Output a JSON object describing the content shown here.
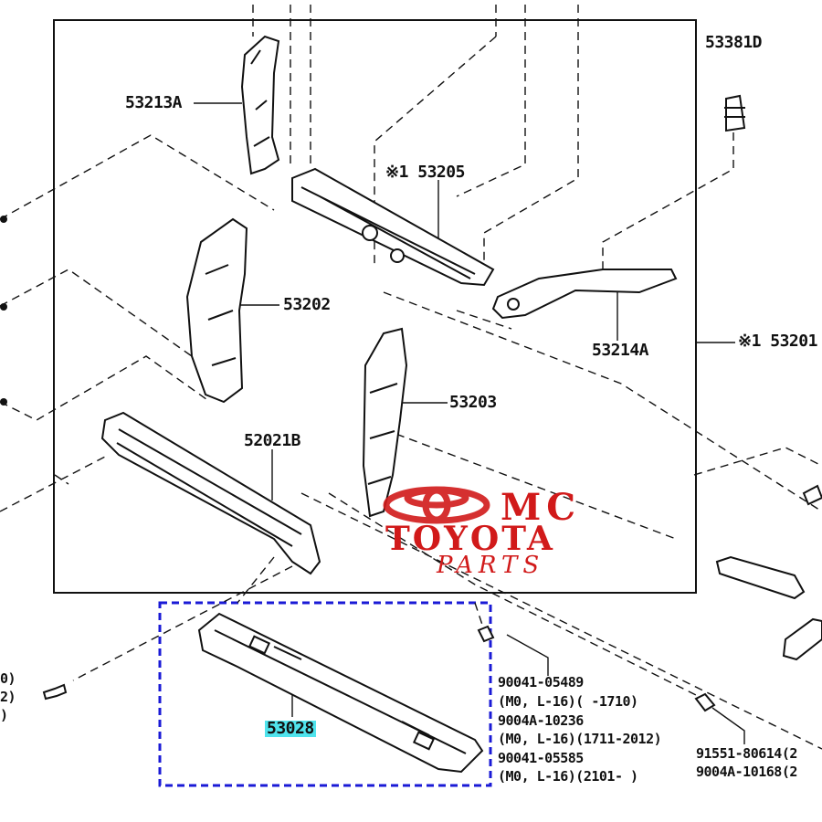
{
  "labels": {
    "p53381D": "53381D",
    "p53213A": "53213A",
    "p53205": "※1 53205",
    "p53202": "53202",
    "p53214A": "53214A",
    "p53201": "※1 53201",
    "p53203": "53203",
    "p52021B": "52021B",
    "p53028": "53028",
    "bolt_a1": "90041-05489",
    "bolt_a1_spec": "(M0, L-16)(        -1710)",
    "bolt_a2": "9004A-10236",
    "bolt_a2_spec": "(M0, L-16)(1711-2012)",
    "bolt_a3": "90041-05585",
    "bolt_a3_spec": "(M0, L-16)(2101-        )",
    "bolt_b1": "91551-80614(2",
    "bolt_b2": "9004A-10168(2",
    "edge_left_1": "0)",
    "edge_left_2": "2)",
    "edge_left_3": ")"
  },
  "watermark": {
    "line1": "MC",
    "line2": "TOYOTA",
    "line3": "PARTS"
  },
  "colors": {
    "line": "#111111",
    "highlight": "#4fe3ec",
    "dashed_box": "#1a1ad6",
    "watermark": "#d11a1a"
  }
}
